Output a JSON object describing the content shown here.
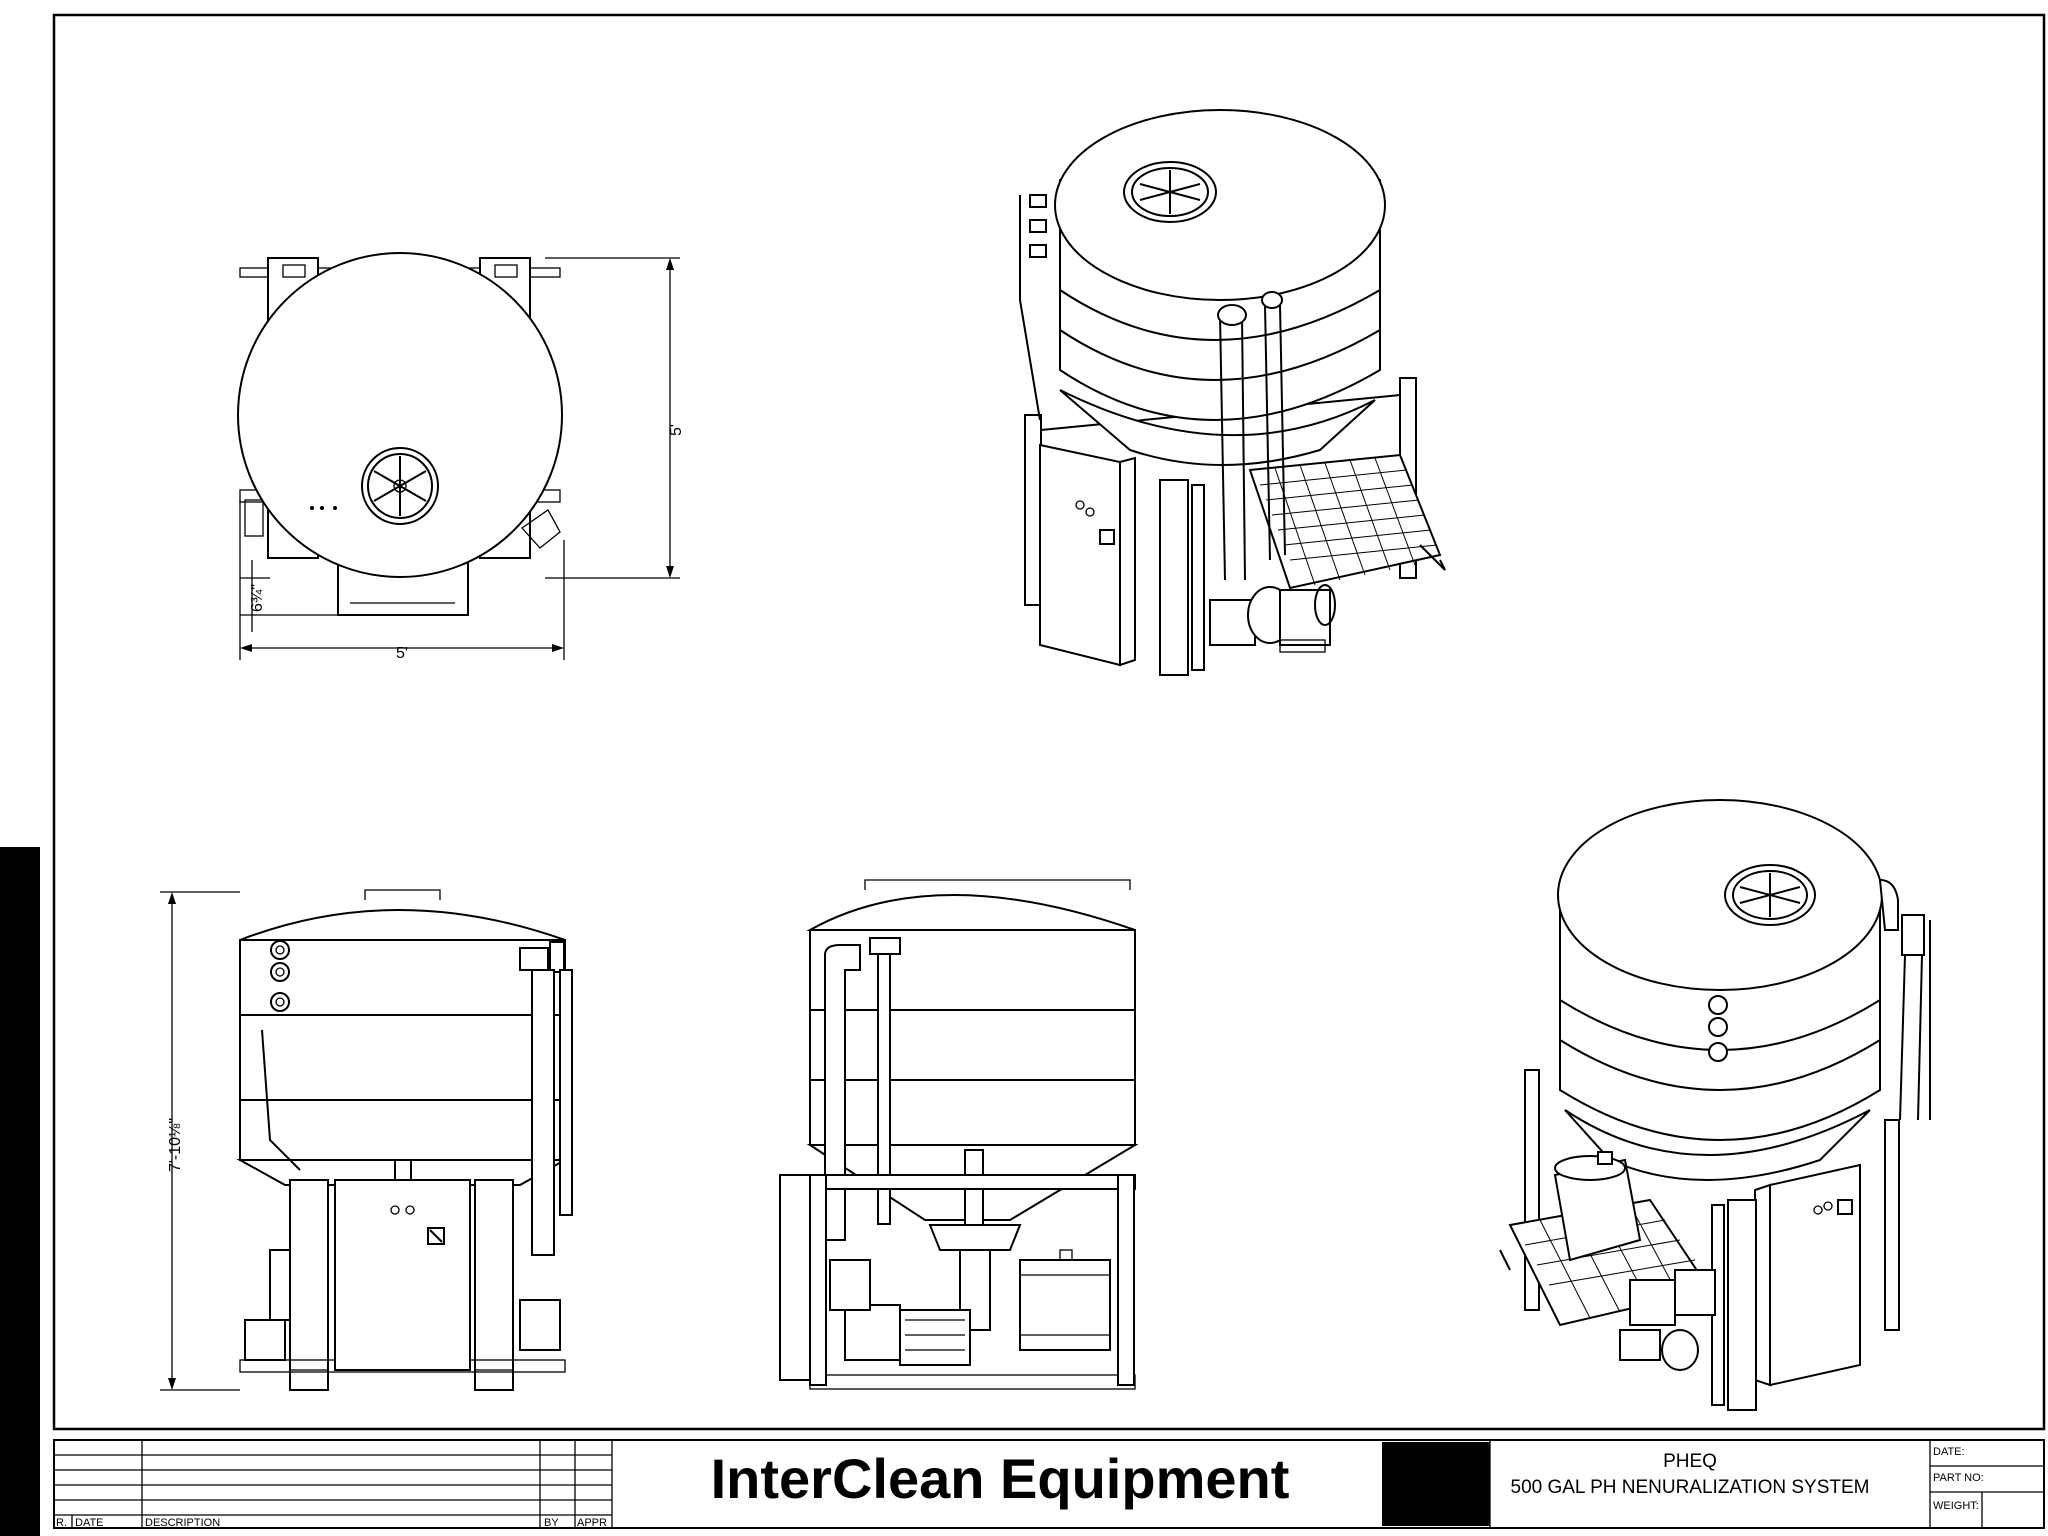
{
  "company": "InterClean Equipment",
  "drawing": {
    "code": "PHEQ",
    "title": "500 GAL PH NENURALIZATION SYSTEM"
  },
  "revision_headers": {
    "rev": "R.",
    "date": "DATE",
    "description": "DESCRIPTION",
    "by": "BY",
    "appr": "APPR"
  },
  "info_labels": {
    "date": "DATE:",
    "part_no": "PART NO:",
    "weight": "WEIGHT:"
  },
  "dimensions": {
    "top_width": "5'",
    "top_depth": "5'",
    "top_offset": "6¾\"",
    "front_height": "7'-10⅛\""
  }
}
